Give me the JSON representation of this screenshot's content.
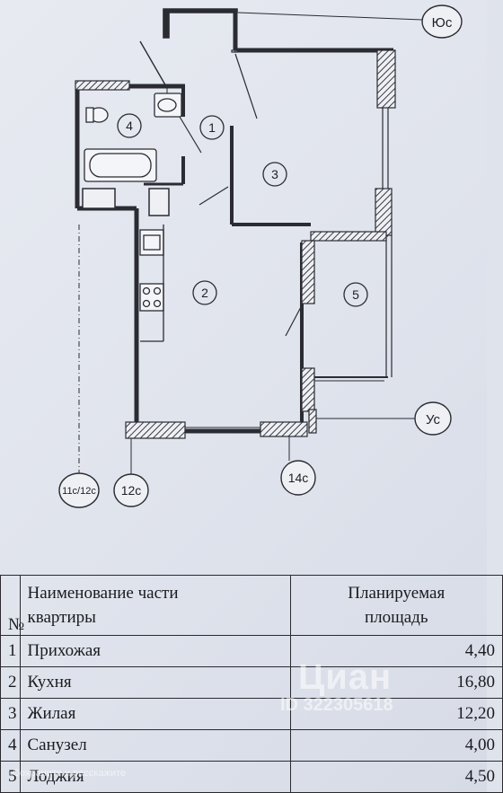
{
  "plan": {
    "rooms": [
      {
        "number": "1"
      },
      {
        "number": "2"
      },
      {
        "number": "3"
      },
      {
        "number": "4"
      },
      {
        "number": "5"
      }
    ],
    "axes": {
      "yu_c": "Юс",
      "u_c": "Ус",
      "a11_12": "11с/12с",
      "a12": "12с",
      "a14": "14с"
    }
  },
  "table": {
    "header_num": "№",
    "header_name_line1": "Наименование части",
    "header_name_line2": "квартиры",
    "header_area_line1": "Планируемая",
    "header_area_line2": "площадь",
    "rows": [
      {
        "num": "1",
        "name": "Прихожая",
        "area": "4,40"
      },
      {
        "num": "2",
        "name": "Кухня",
        "area": "16,80"
      },
      {
        "num": "3",
        "name": "Жилая",
        "area": "12,20"
      },
      {
        "num": "4",
        "name": "Санузел",
        "area": "4,00"
      },
      {
        "num": "5",
        "name": "Лоджия",
        "area": "4,50"
      }
    ]
  },
  "watermark": {
    "brand": "Циан",
    "id": "ID 322305618",
    "caption": "Сохраните и расскажите"
  }
}
